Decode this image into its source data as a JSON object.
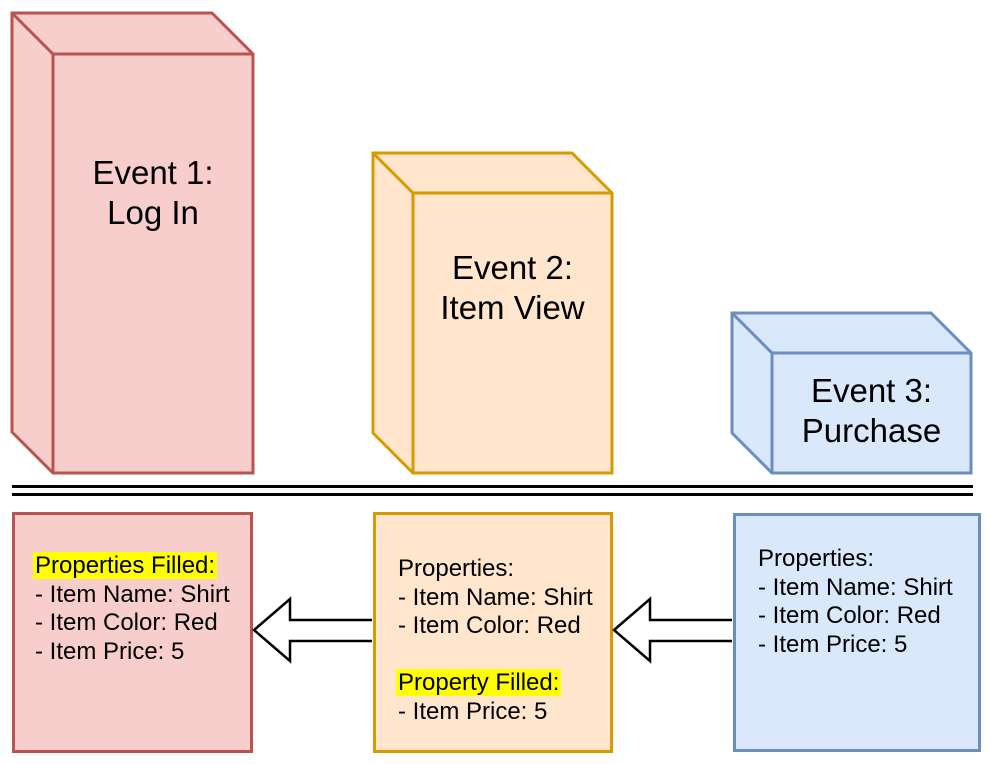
{
  "colors": {
    "background": "#FFFFFF",
    "text": "#000000",
    "divider": "#000000",
    "event1_fill": "#F8CECC",
    "event1_stroke": "#B85450",
    "event2_fill": "#FFE6CC",
    "event2_stroke": "#D79B00",
    "event3_fill": "#DAE8FC",
    "event3_stroke": "#6C8EBF",
    "highlight": "#FFFF00",
    "arrow_fill": "#FFFFFF",
    "arrow_stroke": "#000000"
  },
  "cubes": [
    {
      "line1": "Event 1:",
      "line2": "Log In"
    },
    {
      "line1": "Event 2:",
      "line2": "Item View"
    },
    {
      "line1": "Event 3:",
      "line2": "Purchase"
    }
  ],
  "panels": [
    {
      "lines": [
        "Properties Filled:",
        "- Item Name: Shirt",
        "- Item Color: Red",
        "- Item Price: 5"
      ],
      "highlighted_line_index": 0
    },
    {
      "lines": [
        "Properties:",
        "- Item Name: Shirt",
        "- Item Color: Red",
        "",
        "Property Filled:",
        "- Item Price: 5"
      ],
      "highlighted_line_index": 4
    },
    {
      "lines": [
        "Properties:",
        "- Item Name: Shirt",
        "- Item Color: Red",
        "- Item Price: 5"
      ],
      "highlighted_line_index": null
    }
  ]
}
